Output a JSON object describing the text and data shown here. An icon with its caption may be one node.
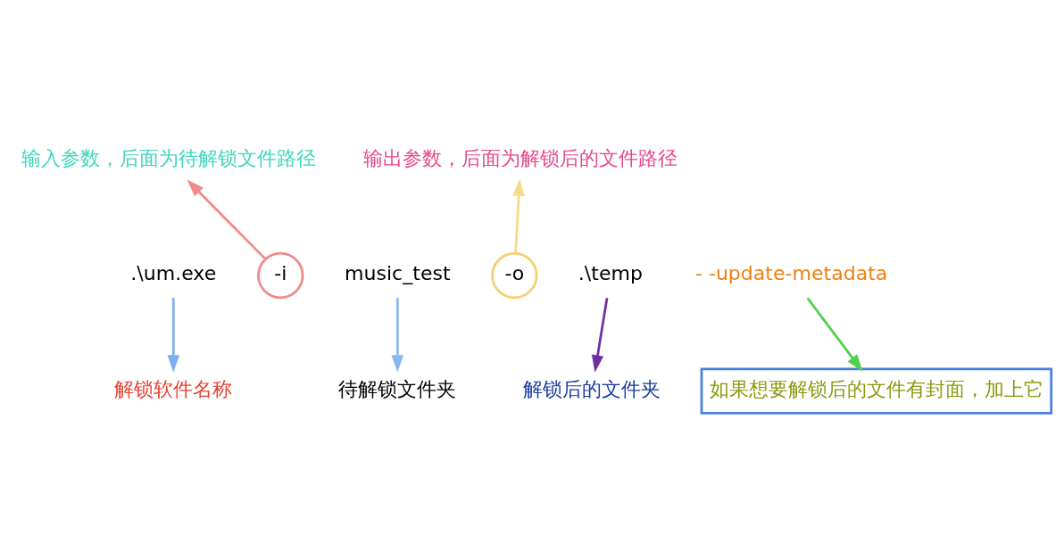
{
  "diagram": {
    "nodes": [
      {
        "text": [
          "输入参数，后面为待解锁文件路径"
        ]
      },
      {
        "text": [
          "输出参数，后面为解锁后的文件路径"
        ]
      },
      {
        "text": [
          ".\\um.exe"
        ]
      },
      {
        "text": [
          "-i"
        ]
      },
      {
        "text": [
          "music_test"
        ]
      },
      {
        "text": [
          "-o"
        ]
      },
      {
        "text": [
          ".\\temp"
        ]
      },
      {
        "text": [
          "- -update-metadata"
        ]
      },
      {
        "text": [
          "解锁软件名称"
        ]
      },
      {
        "text": [
          "解锁后的文件夹"
        ]
      },
      {
        "text": [
          "如果想要解锁后的文件有封面，加上它"
        ]
      },
      {
        "text": [
          "待解锁文件夹"
        ]
      }
    ],
    "edges": [
      {
        "from": 3,
        "to": 0,
        "arrow": "to",
        "color": "#f08a8a"
      },
      {
        "from": 5,
        "to": 1,
        "arrow": "to",
        "color": "#f5dc8a"
      },
      {
        "from": 2,
        "to": 8,
        "arrow": "to",
        "color": "#7ab0f0"
      },
      {
        "from": 4,
        "to": 11,
        "arrow": "to",
        "color": "#8ab8f0"
      },
      {
        "from": 6,
        "to": 9,
        "arrow": "to",
        "color": "#7030a0"
      },
      {
        "from": 7,
        "to": 10,
        "arrow": "to",
        "color": "#50d050"
      }
    ]
  }
}
